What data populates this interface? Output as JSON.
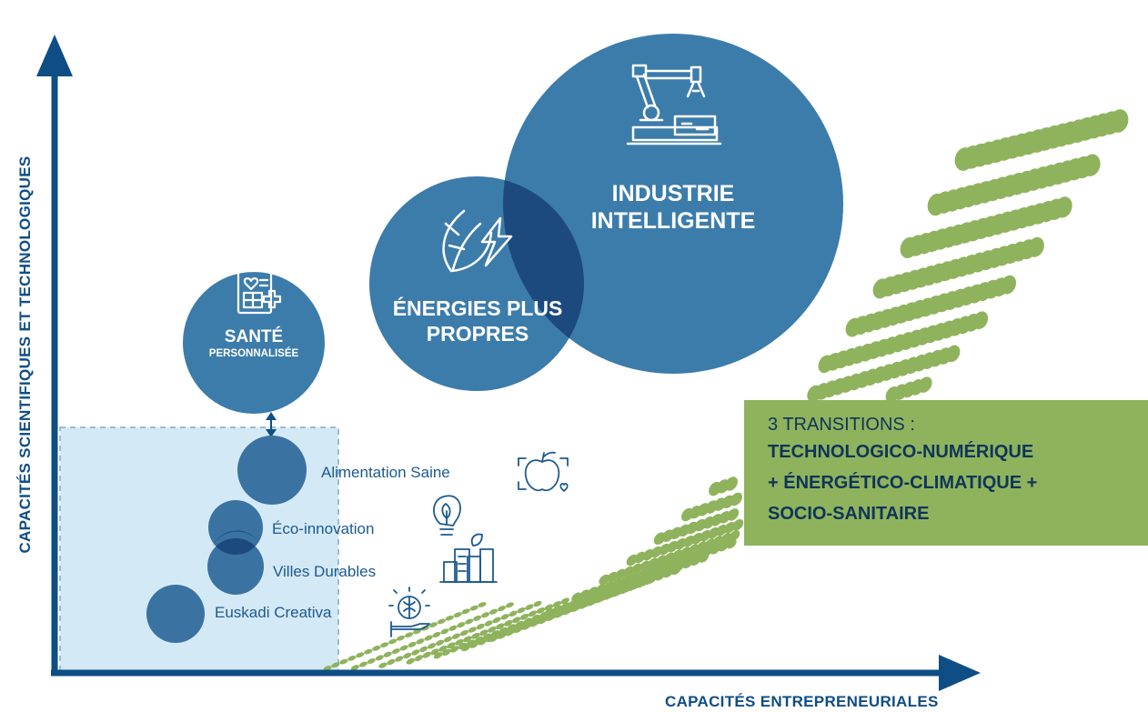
{
  "axes": {
    "y_label": "CAPACITÉS SCIENTIFIQUES ET TECHNOLOGIQUES",
    "x_label": "CAPACITÉS ENTREPRENEURIALES"
  },
  "priorities": [
    {
      "line1": "INDUSTRIE",
      "line2": "INTELLIGENTE",
      "icon": "robot-arm-icon"
    },
    {
      "line1": "ÉNERGIES PLUS",
      "line2": "PROPRES",
      "icon": "leaf-lightning-icon"
    },
    {
      "line1": "SANTÉ",
      "line2": "PERSONNALISÉE",
      "icon": "medical-clipboard-icon"
    }
  ],
  "areas": [
    {
      "label": "Alimentation Saine",
      "icon": "apple-heart-icon"
    },
    {
      "label": "Éco-innovation",
      "icon": "lightbulb-leaf-icon"
    },
    {
      "label": "Villes Durables",
      "icon": "city-buildings-icon"
    },
    {
      "label": "Euskadi Creativa",
      "icon": "brain-hand-icon"
    }
  ],
  "transitions": {
    "heading": "3 TRANSITIONS :",
    "line1": "TECHNOLOGICO-NUMÉRIQUE",
    "line2": "+ ÉNERGÉTICO-CLIMATIQUE +",
    "line3": "SOCIO-SANITAIRE"
  },
  "colors": {
    "navy": "#0f4d85",
    "circle_blue": "#3c7cab",
    "overlap_dark": "#1c4a7e",
    "green": "#8fb35d",
    "light_blue_zone": "#d4e9f6"
  }
}
